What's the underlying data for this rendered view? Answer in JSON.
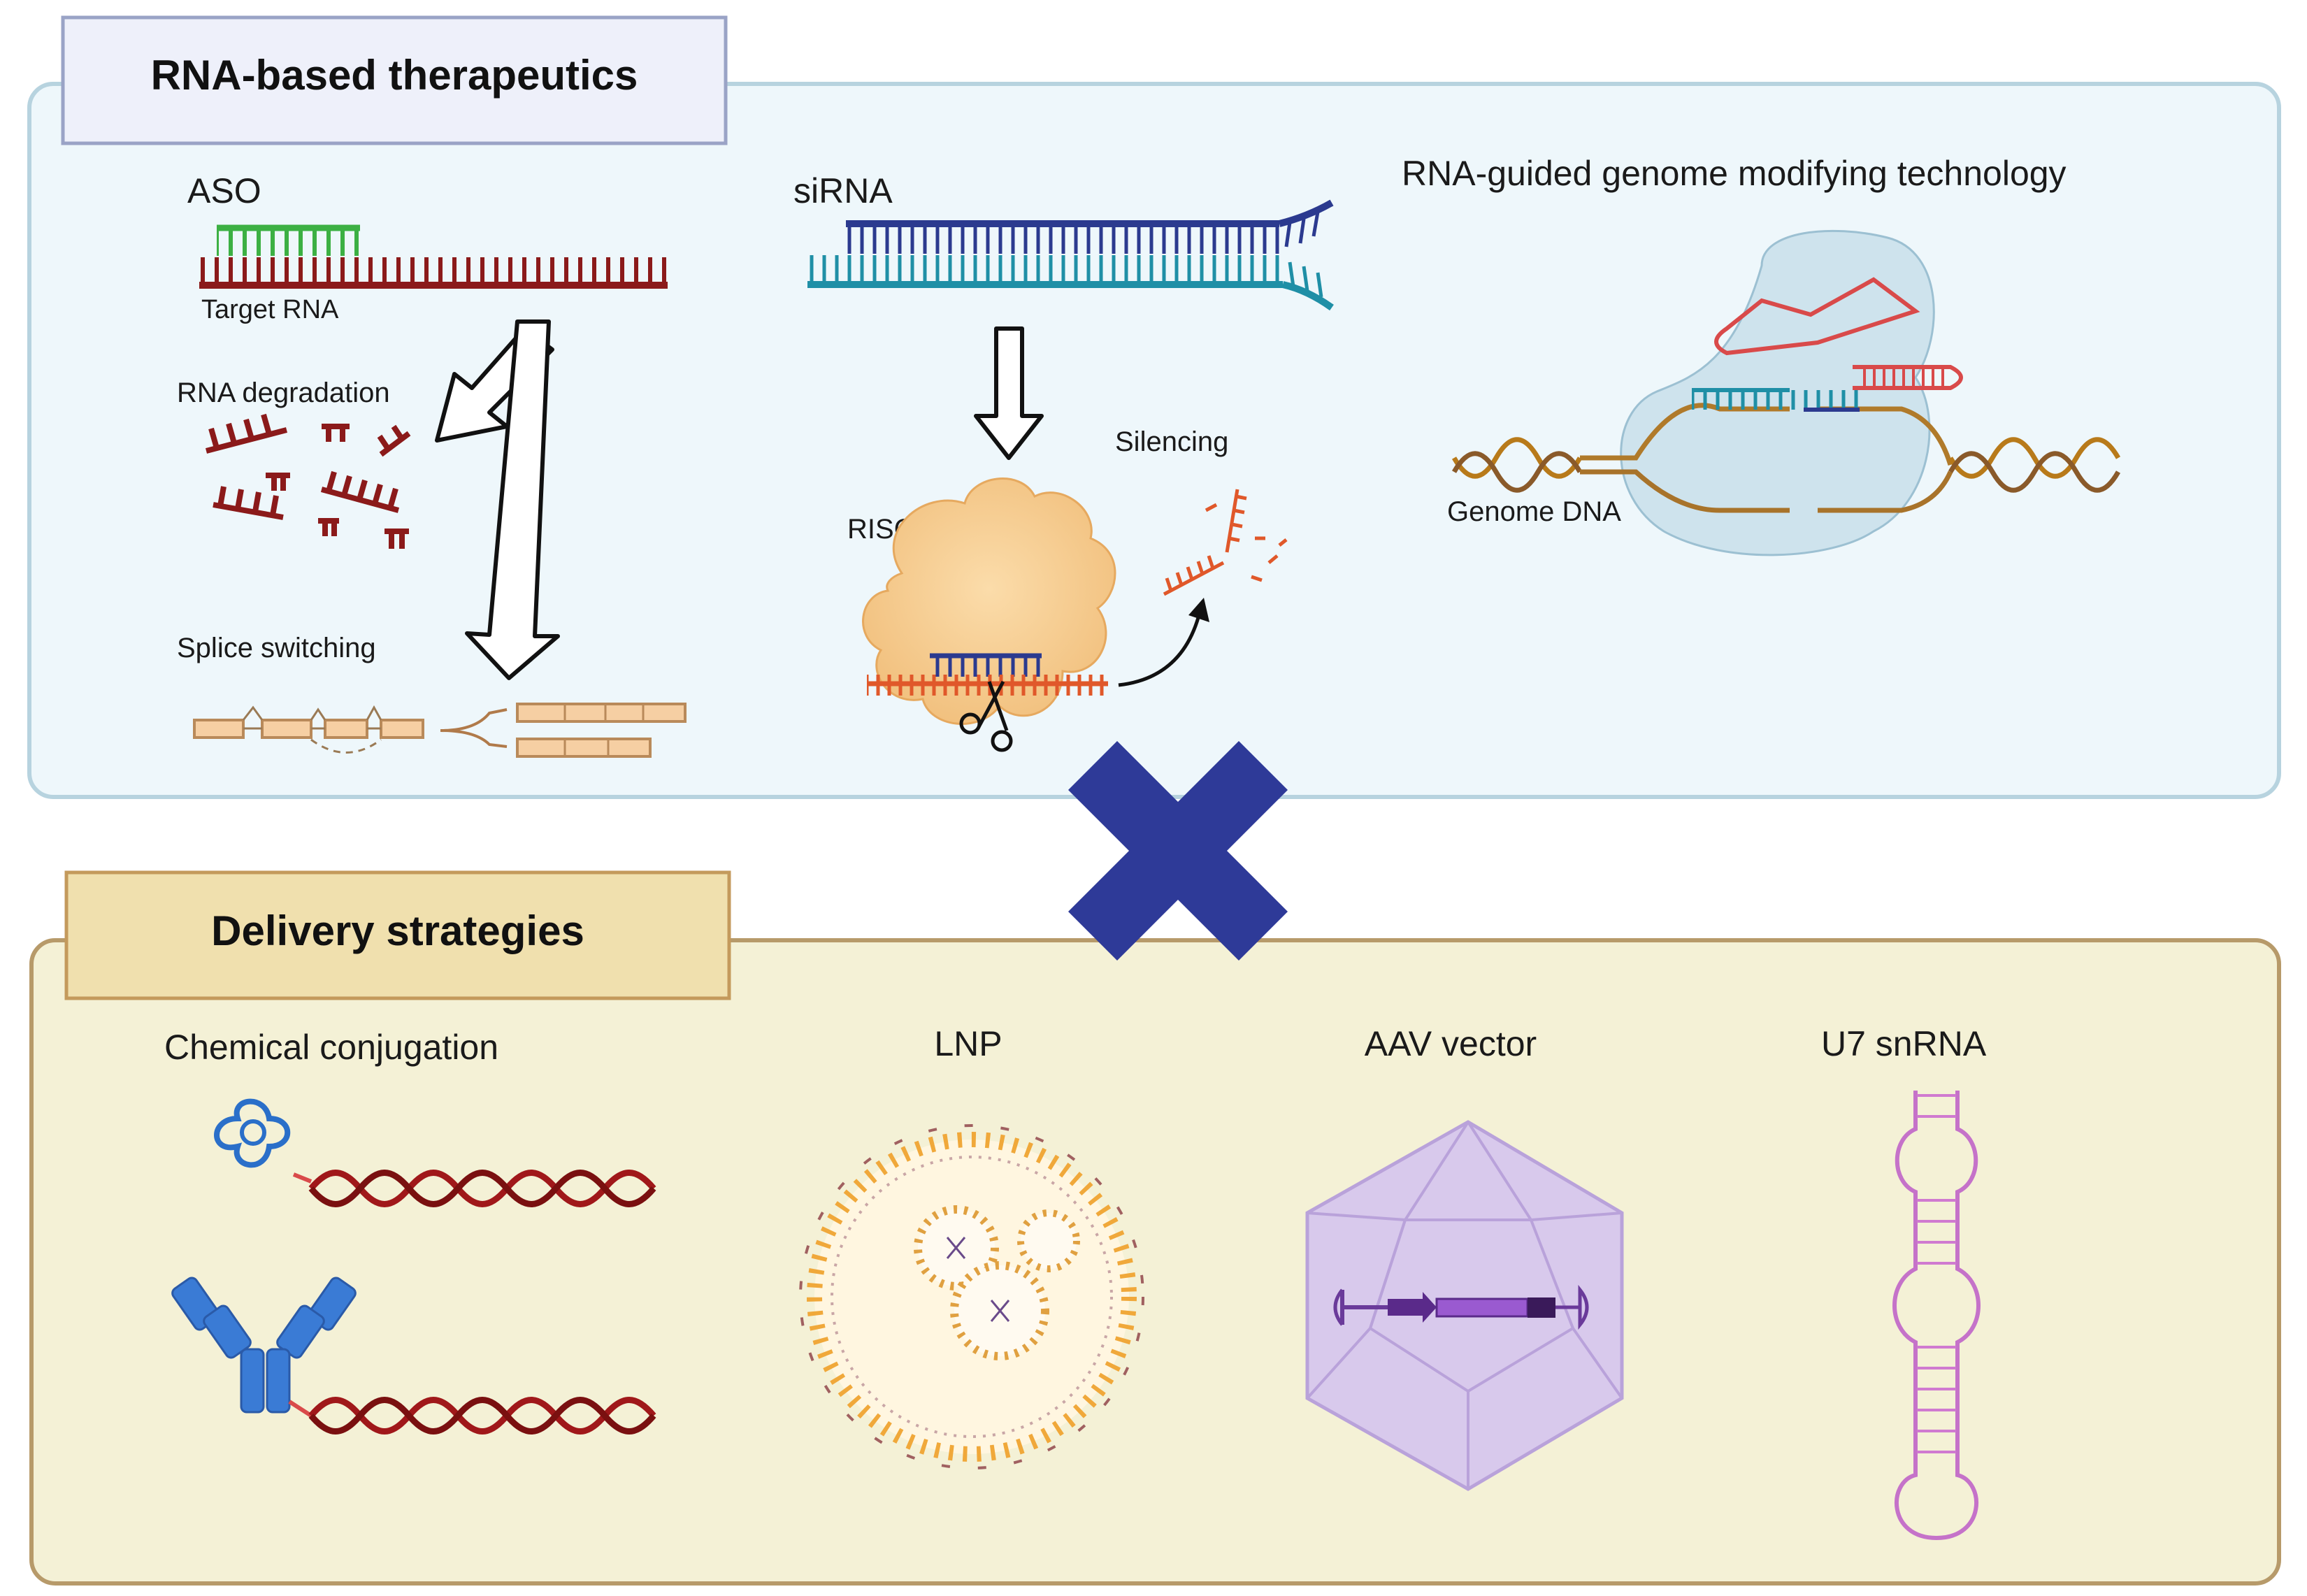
{
  "top_panel": {
    "title": "RNA-based therapeutics",
    "aso": {
      "heading": "ASO",
      "target_label": "Target RNA",
      "degradation_label": "RNA degradation",
      "splice_label": "Splice switching"
    },
    "sirna": {
      "heading": "siRNA",
      "risc_label": "RISC",
      "silencing_label": "Silencing"
    },
    "genome": {
      "heading": "RNA-guided genome modifying technology",
      "dna_label": "Genome DNA"
    }
  },
  "bottom_panel": {
    "title": "Delivery strategies",
    "items": [
      {
        "label": "Chemical conjugation"
      },
      {
        "label": "LNP"
      },
      {
        "label": "AAV vector"
      },
      {
        "label": "U7  snRNA"
      }
    ]
  },
  "colors": {
    "top_panel_fill": "#eef7fb",
    "top_panel_border": "#b7d3df",
    "top_title_fill": "#eef0fa",
    "top_title_border": "#9aa3c6",
    "bottom_panel_fill": "#f4f1d6",
    "bottom_panel_border": "#b79a6a",
    "bottom_title_fill": "#f0e0ae",
    "bottom_title_border": "#c49a5c",
    "dark_red": "#8b1a1a",
    "green": "#3cb043",
    "navy": "#2b3a8f",
    "teal": "#1f8fa6",
    "orange_red": "#e0582a",
    "cross": "#2e3a98"
  }
}
